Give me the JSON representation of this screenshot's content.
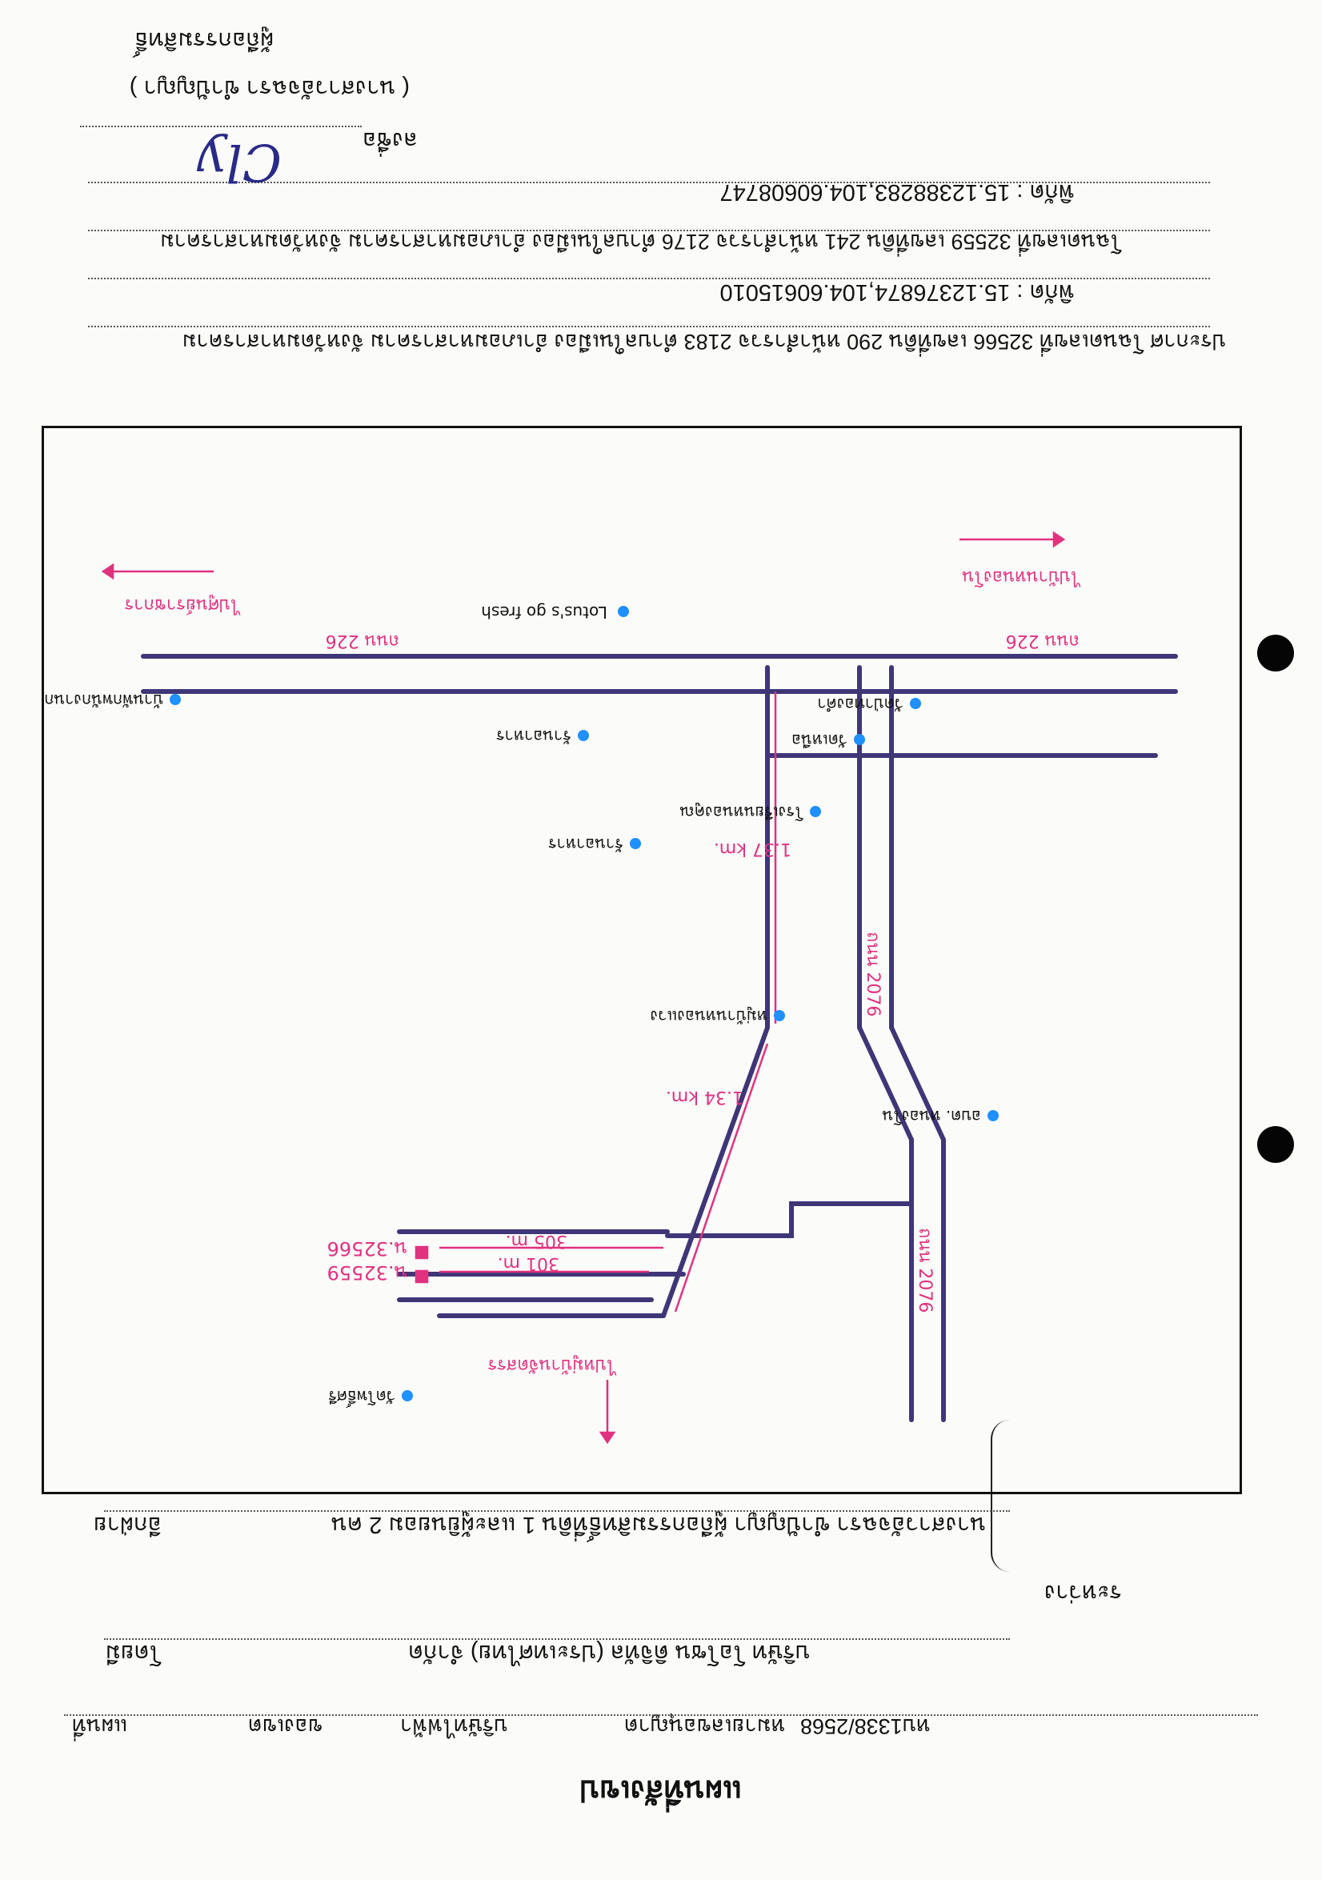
{
  "document": {
    "title": "แผนที่สังเขป",
    "header": {
      "plan_label": "แผนที่",
      "zone_label": "ของเขต",
      "company_label": "บริษัทไฟฟ้า",
      "ref_label": "หมายเลขอนุญาต",
      "ref_value": "หบ1338/2568"
    },
    "applicant": {
      "line1": "บริษัท โอโซน ดิจิทัล (ประเทศไทย) จำกัด",
      "line1_suffix": "โดยมี",
      "side_label": "ระหว่าง",
      "line2": "นางสาวอัจฉรา ขำปัญญา ผู้ถือกรรมสิทธิ์ที่ดิน 1 และผู้ยินยอม 2 คน",
      "line2_suffix": "อีกฝ่าย"
    },
    "parcels": {
      "parcel1": "ประกาศ โฉนดเลขที่ 32566 เลขที่ดิน 290 หน้าสำรวจ 2183 ตำบลในเมือง อำเภอมหาสารคาม จังหวัดมหาสารคาม",
      "coord1": "พิกัด : 15.12376874,104.60615010",
      "parcel2": "โฉนดเลขที่ 32559 เลขที่ดิน 241 หน้าสำรวจ 2176 ตำบลในเมือง อำเภอมหาสารคาม จังหวัดมหาสารคาม",
      "coord2": "พิกัด : 15.12388283,104.60608747"
    },
    "signature": {
      "sign_label": "ลงชื่อ",
      "name": "( นางสาวอัจฉรา ขำปัญญา )",
      "role": "ผู้ถือกรรมสิทธิ์"
    }
  },
  "map": {
    "labels": {
      "dir_left": "ไปศูนย์ราชการ",
      "dir_right": "ไปบ้านหนองโน",
      "dir_bottom": "ไปหมู่บ้านจัดสรร",
      "road_top_left": "ถนน 226",
      "road_top_right": "ถนน 226",
      "road_vert_upper": "ถนน 2076",
      "road_vert_lower": "ถนน 2076",
      "dist_upper": "1.37 km.",
      "dist_lower": "1.34 km.",
      "dist_plot1": "305 m.",
      "dist_plot2": "301 m."
    },
    "landmarks": [
      {
        "name": "Lotus's go fresh",
        "color": "#1e90ff"
      },
      {
        "name": "บ้านพักพนักงานการไฟฟ้า",
        "color": "#1e90ff"
      },
      {
        "name": "ร้านอาหาร",
        "color": "#1e90ff"
      },
      {
        "name": "วัดเหนือ",
        "color": "#1e90ff"
      },
      {
        "name": "โรงเรียนหนองคูณ",
        "color": "#1e90ff"
      },
      {
        "name": "ร้านอาหาร",
        "color": "#1e90ff"
      },
      {
        "name": "หมู่บ้านหนองแวง",
        "color": "#1e90ff"
      },
      {
        "name": "วัดป่าทองคำ",
        "color": "#1e90ff"
      },
      {
        "name": "อบต. หนองโน",
        "color": "#1e90ff"
      },
      {
        "name": "วัดโพธิ์ศรี",
        "color": "#1e90ff"
      }
    ],
    "plots": [
      {
        "label": "น.32566",
        "color": "#e0327f"
      },
      {
        "label": "น.32559",
        "color": "#e0327f"
      }
    ],
    "colors": {
      "road": "#3f3678",
      "annotation": "#e0327f",
      "landmark": "#1e90ff"
    }
  }
}
